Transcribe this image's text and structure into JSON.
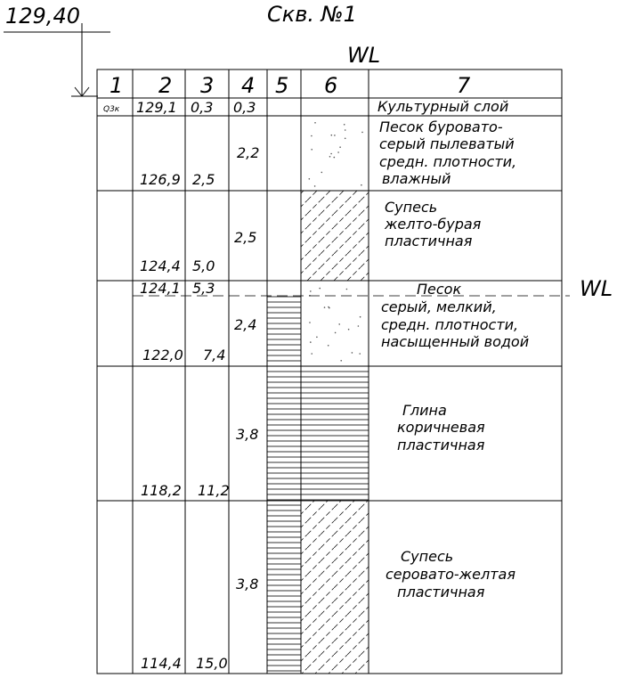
{
  "elevation_top": "129,40",
  "title": "Скв. №1",
  "wl_label_top": "WL",
  "wl_label_right": "WL",
  "headers": [
    "1",
    "2",
    "3",
    "4",
    "5",
    "6",
    "7"
  ],
  "first_row": {
    "age_index": "Q3к",
    "elevation": "129,1",
    "depth": "0,3",
    "thickness": "0,3",
    "description": "Культурный слой"
  },
  "layers": [
    {
      "elevation": "126,9",
      "depth": "2,5",
      "thickness": "2,2",
      "pattern": "sand",
      "description": [
        "Песок бурова­то-",
        "серый пылеватый",
        "средн. плотности,",
        "влажный"
      ]
    },
    {
      "elevation": "124,4",
      "depth": "5,0",
      "thickness": "2,5",
      "pattern": "sandy-loam",
      "description": [
        "Супесь",
        "желто-бурая",
        "пластичная"
      ]
    },
    {
      "elevation": "122,0",
      "depth": "7,4",
      "thickness": "2,4",
      "pattern": "sand",
      "description": [
        "Песок",
        "серый, мелкий,",
        "средн. плотности,",
        "насыщенный водой"
      ]
    },
    {
      "elevation": "118,2",
      "depth": "11,2",
      "thickness": "3,8",
      "pattern": "clay",
      "description": [
        "Глина",
        "коричневая",
        "пластичная"
      ]
    },
    {
      "elevation": "114,4",
      "depth": "15,0",
      "thickness": "3,8",
      "pattern": "sandy-loam",
      "description": [
        "Супесь",
        "серовато-желтая",
        "пластичная"
      ]
    }
  ],
  "water_level": {
    "elevation": "124,1",
    "depth": "5,3"
  }
}
